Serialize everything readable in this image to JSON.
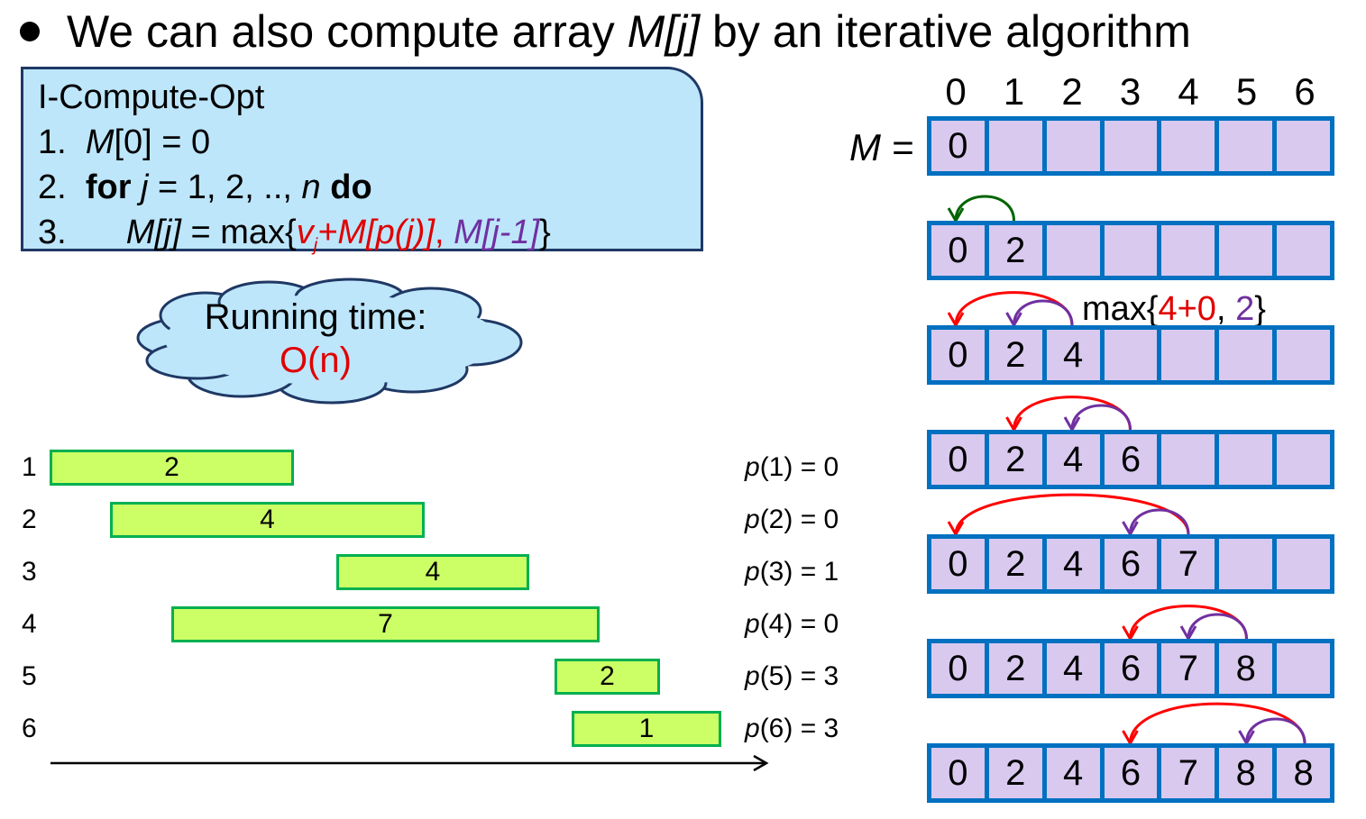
{
  "title": {
    "pre": "We can also compute array ",
    "M": "M",
    "j": "[j]",
    "post": " by an iterative algorithm"
  },
  "algorithm": {
    "name": "I-Compute-Opt",
    "line1": {
      "num": "1.",
      "M": "M",
      "rest": "[0] = 0"
    },
    "line2": {
      "num": "2.",
      "for": "for",
      "j": "j",
      "eq": " = 1, 2, .., ",
      "n": "n",
      "do": "do"
    },
    "line3": {
      "num": "3.",
      "lhs": "M[j]",
      "eq": " = max{",
      "v": "v",
      "sub": "j",
      "plus": "+M[p(j)]",
      "comma": ", ",
      "prev": "M[j-1]",
      "close": "}"
    }
  },
  "running_time": {
    "label": "Running time:",
    "value": "O(n)"
  },
  "array": {
    "label": "M =",
    "indices": [
      "0",
      "1",
      "2",
      "3",
      "4",
      "5",
      "6"
    ],
    "rows": [
      [
        "0",
        "",
        "",
        "",
        "",
        "",
        ""
      ],
      [
        "0",
        "2",
        "",
        "",
        "",
        "",
        ""
      ],
      [
        "0",
        "2",
        "4",
        "",
        "",
        "",
        ""
      ],
      [
        "0",
        "2",
        "4",
        "6",
        "",
        "",
        ""
      ],
      [
        "0",
        "2",
        "4",
        "6",
        "7",
        "",
        ""
      ],
      [
        "0",
        "2",
        "4",
        "6",
        "7",
        "8",
        ""
      ],
      [
        "0",
        "2",
        "4",
        "6",
        "7",
        "8",
        "8"
      ]
    ],
    "arrows": [
      {
        "row": 1,
        "from": 1,
        "to": 0,
        "color": "#006400"
      },
      {
        "row": 2,
        "from": 2,
        "to": 0,
        "color": "#ff0000"
      },
      {
        "row": 2,
        "from": 2,
        "to": 1,
        "color": "#7030a0"
      },
      {
        "row": 3,
        "from": 3,
        "to": 1,
        "color": "#ff0000"
      },
      {
        "row": 3,
        "from": 3,
        "to": 2,
        "color": "#7030a0"
      },
      {
        "row": 4,
        "from": 4,
        "to": 0,
        "color": "#ff0000"
      },
      {
        "row": 4,
        "from": 4,
        "to": 3,
        "color": "#7030a0"
      },
      {
        "row": 5,
        "from": 5,
        "to": 3,
        "color": "#ff0000"
      },
      {
        "row": 5,
        "from": 5,
        "to": 4,
        "color": "#7030a0"
      },
      {
        "row": 6,
        "from": 6,
        "to": 3,
        "color": "#ff0000"
      },
      {
        "row": 6,
        "from": 6,
        "to": 5,
        "color": "#7030a0"
      }
    ],
    "max_note": {
      "pre": "max{",
      "a": "4+0",
      "comma": ", ",
      "b": "2",
      "post": "}"
    }
  },
  "intervals": [
    {
      "index": "1",
      "weight": "2",
      "p": "p",
      "pv": "(1) = 0"
    },
    {
      "index": "2",
      "weight": "4",
      "p": "p",
      "pv": "(2) = 0"
    },
    {
      "index": "3",
      "weight": "4",
      "p": "p",
      "pv": "(3) = 1"
    },
    {
      "index": "4",
      "weight": "7",
      "p": "p",
      "pv": "(4) = 0"
    },
    {
      "index": "5",
      "weight": "2",
      "p": "p",
      "pv": "(5) = 3"
    },
    {
      "index": "6",
      "weight": "1",
      "p": "p",
      "pv": "(6) = 3"
    }
  ],
  "colors": {
    "cell": "#d9c9ef",
    "cell_border": "#0070c0",
    "bar": "#ccff66",
    "bar_border": "#00b050",
    "box": "#bde6fb"
  }
}
